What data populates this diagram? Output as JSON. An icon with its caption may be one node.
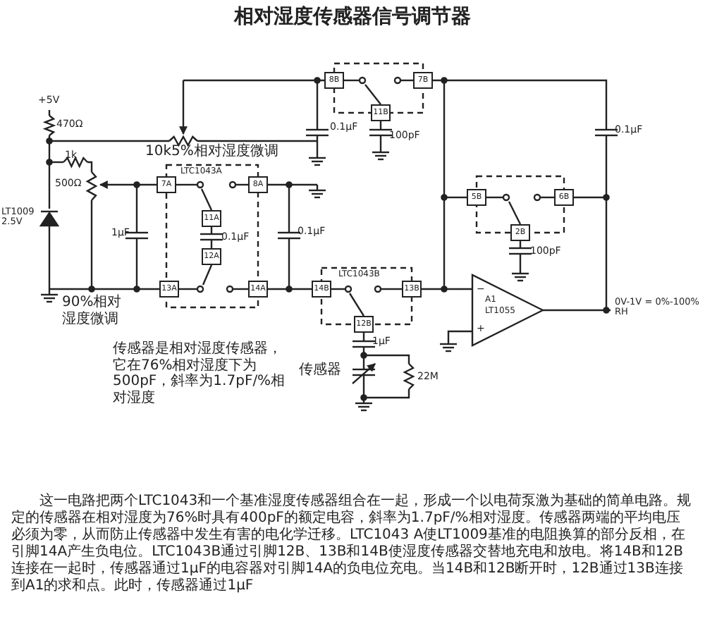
{
  "diagram": {
    "title": "相对湿度传感器信号调节器",
    "labels": [
      "8B",
      "7B",
      "11B",
      "100pF",
      "0.1μF",
      "0.1μF",
      "+5V",
      "470Ω",
      "10k5%相对湿度微调",
      "1k",
      "LTC1043A",
      "500Ω",
      "7A",
      "8A",
      "5B",
      "6B",
      "11A",
      "1μF",
      "0.1μF",
      "0.1μF",
      "LT1009 2.5V",
      "2B",
      "12A",
      "100pF",
      "LTC1043B",
      "13A",
      "14A",
      "14B",
      "13B",
      "−",
      "A1",
      "LT1055",
      "0V-1V = 0%-100% RH",
      "+",
      "90%相对湿度微调",
      "12B",
      "1μF",
      "传感器是相对湿度传感器，它在76%相对湿度下为500pF，斜率为1.7pF/%相对湿度",
      "传感器",
      "22M",
      "这一电路把两个LTC1043和一个基准湿度传感器组合在一起，形成一个以电荷泵激为基础的简单电路。规定的传感器在相对湿度为76%时具有400pF的额定电容，斜率为1.7pF/%相对湿度。传感器两端的平均电压必须为零，从而防止传感器中发生有害的电化学迁移。LTC1043 A使LT1009基准的电阻换算的部分反相，在引脚14A产生负电位。LTC1043B通过引脚12B、13B和14B使湿度传感器交替地充电和放电。将14B和12B连接在一起时，传感器通过1μF的电容器对引脚14A的负电位充电。当14B和12B断开时，12B通过13B连接到A1的求和点。此时，传感器通过1μF"
    ]
  }
}
